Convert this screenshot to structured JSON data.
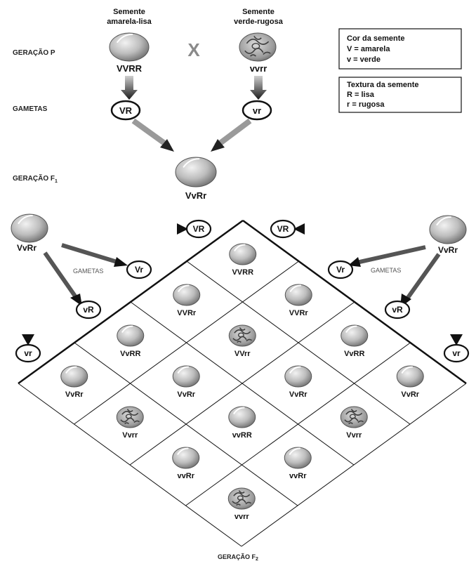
{
  "parents": {
    "yellow_label": "Semente\namarela-lisa",
    "green_label": "Semente\nverde-rugosa",
    "cross_symbol": "X",
    "yellow_genotype": "VVRR",
    "green_genotype": "vvrr",
    "gamete_yellow": "VR",
    "gamete_green": "vr"
  },
  "row_labels": {
    "geracao_p": "GERAÇÃO P",
    "gametas": "GAMETAS",
    "geracao_f1": "GERAÇÃO F",
    "geracao_f1_sub": "1",
    "geracao_f2": "GERAÇÃO F",
    "geracao_f2_sub": "2"
  },
  "legend": {
    "color_title": "Cor da semente",
    "color_V": "V = amarela",
    "color_v": "v = verde",
    "texture_title": "Textura da semente",
    "texture_R": "R = lisa",
    "texture_r": "r = rugosa"
  },
  "f1": {
    "genotype": "VvRr"
  },
  "f1_left": {
    "genotype": "VvRr",
    "gametes_label": "GAMETAS",
    "gametes": [
      "VR",
      "Vr",
      "vR",
      "vr"
    ]
  },
  "f1_right": {
    "genotype": "VvRr",
    "gametes_label": "GAMETAS",
    "gametes": [
      "VR",
      "Vr",
      "vR",
      "vr"
    ]
  },
  "grid": [
    {
      "genotype": "VVRR",
      "phenotype": "yellow-smooth"
    },
    {
      "genotype": "VVRr",
      "phenotype": "yellow-smooth"
    },
    {
      "genotype": "VVRr",
      "phenotype": "yellow-smooth"
    },
    {
      "genotype": "VvRR",
      "phenotype": "yellow-smooth"
    },
    {
      "genotype": "VVrr",
      "phenotype": "yellow-wrinkled"
    },
    {
      "genotype": "VvRR",
      "phenotype": "yellow-smooth"
    },
    {
      "genotype": "VvRr",
      "phenotype": "yellow-smooth"
    },
    {
      "genotype": "VvRr",
      "phenotype": "yellow-smooth"
    },
    {
      "genotype": "VvRr",
      "phenotype": "yellow-smooth"
    },
    {
      "genotype": "VvRr",
      "phenotype": "yellow-smooth"
    },
    {
      "genotype": "Vvrr",
      "phenotype": "yellow-wrinkled"
    },
    {
      "genotype": "vvRR",
      "phenotype": "green-smooth"
    },
    {
      "genotype": "Vvrr",
      "phenotype": "yellow-wrinkled"
    },
    {
      "genotype": "vvRr",
      "phenotype": "green-smooth"
    },
    {
      "genotype": "vvRr",
      "phenotype": "green-smooth"
    },
    {
      "genotype": "vvrr",
      "phenotype": "green-wrinkled"
    }
  ]
}
